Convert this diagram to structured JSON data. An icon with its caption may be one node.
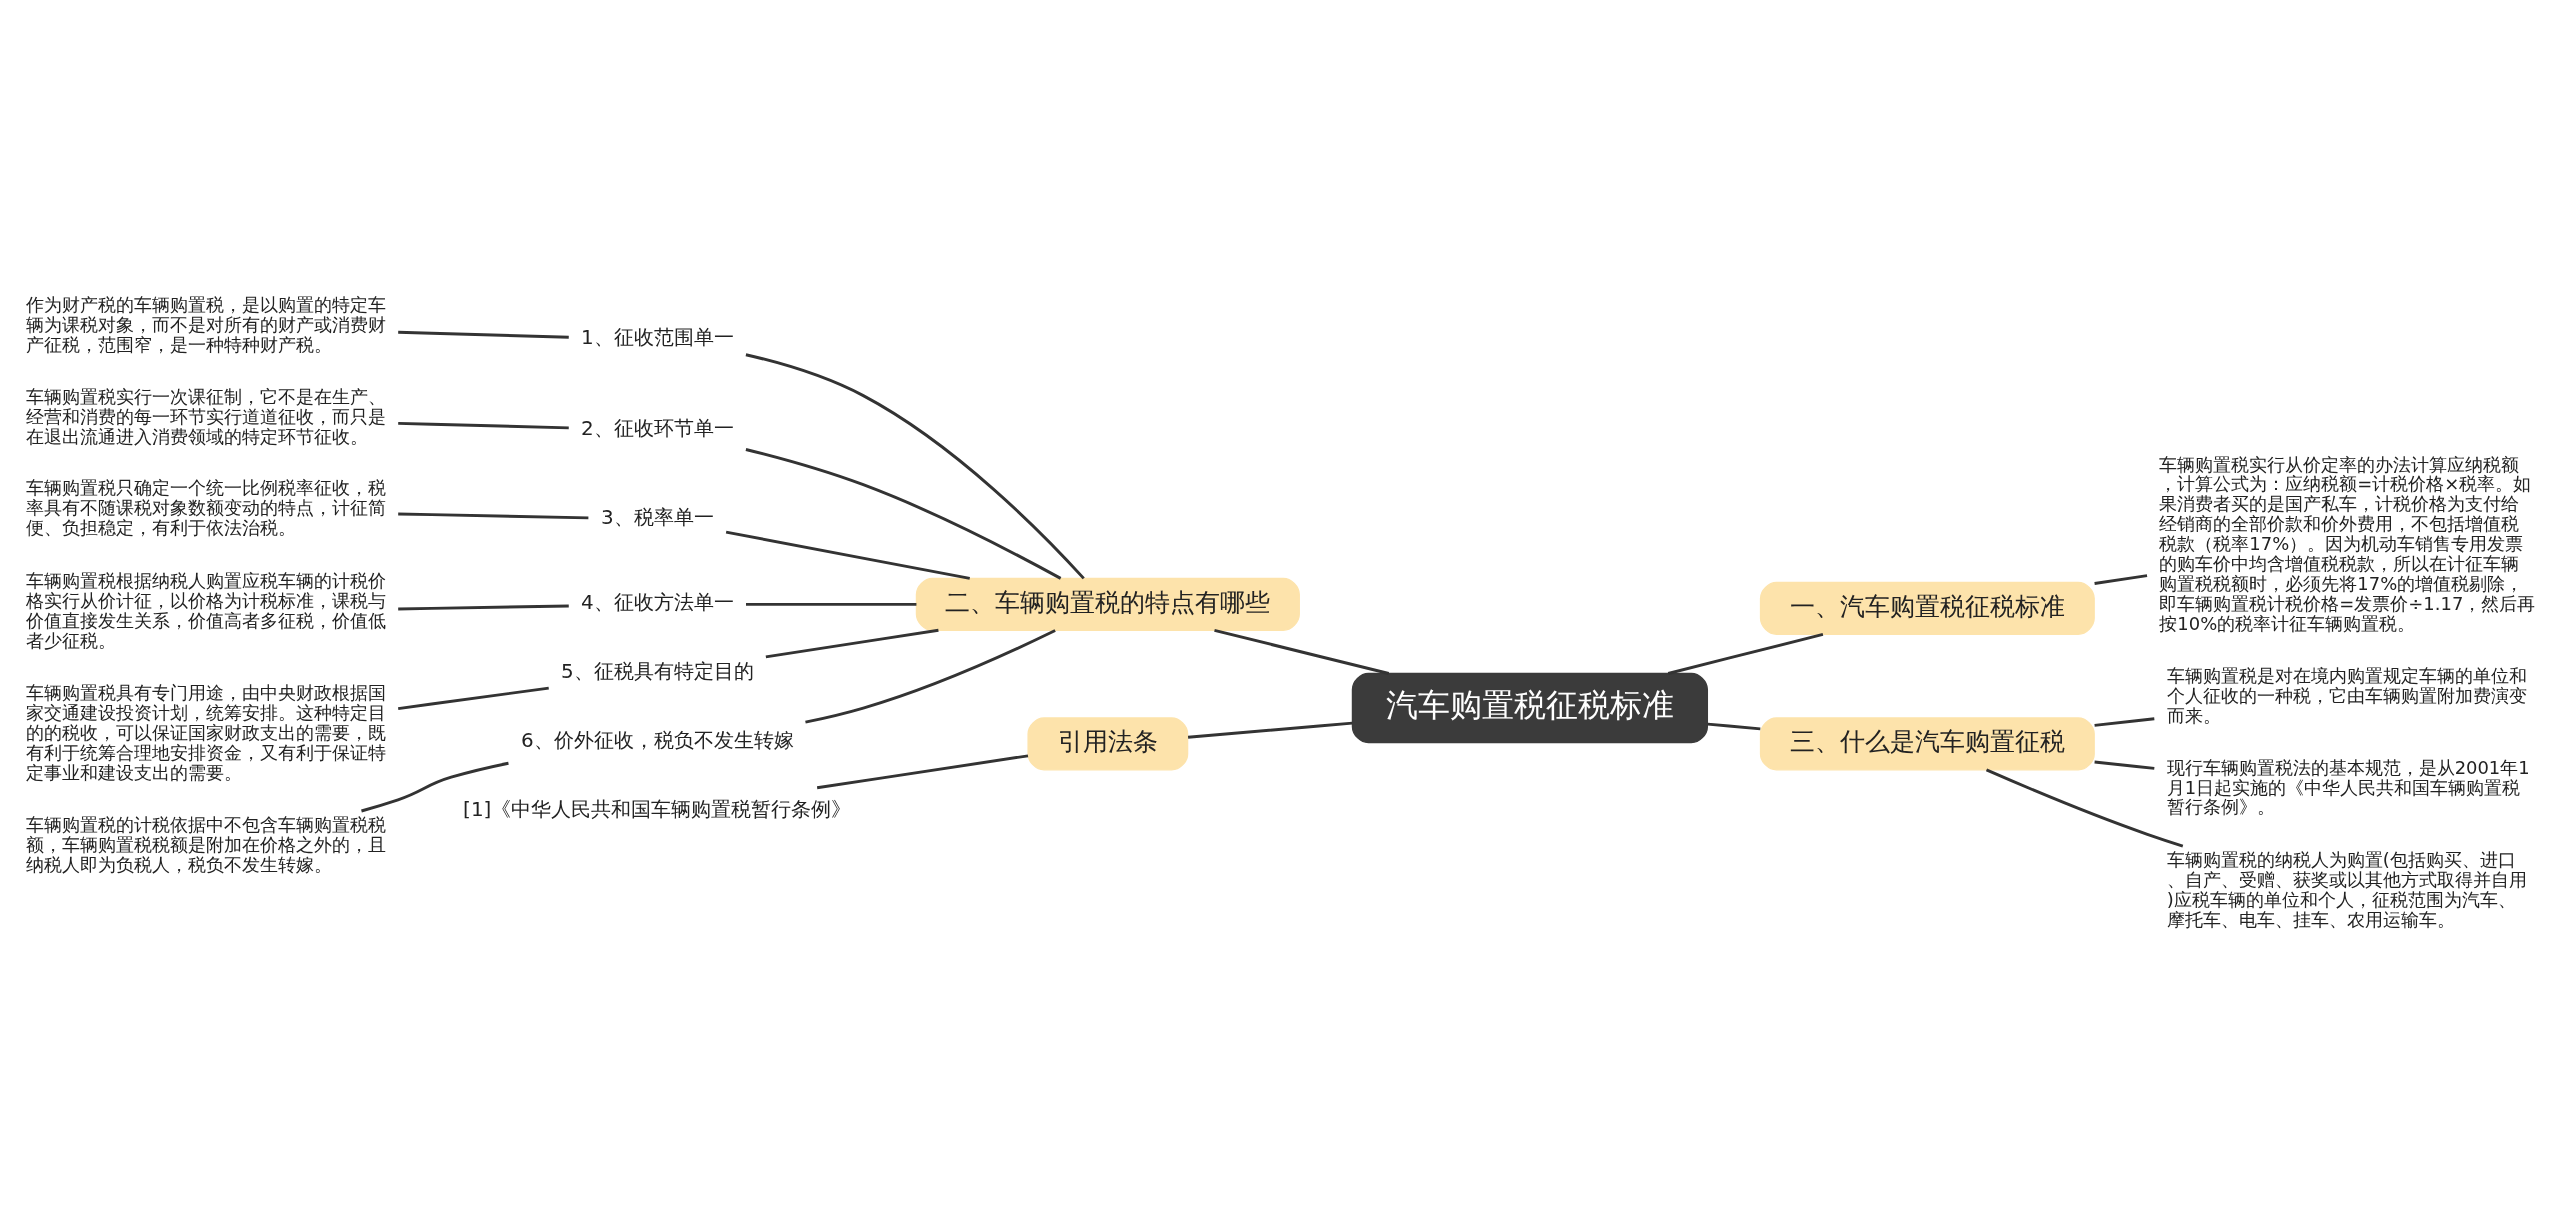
{
  "diagram": {
    "nodes": [
      {
        "text": [
          "汽车购置税征税标准"
        ]
      },
      {
        "text": [
          "一、汽车购置税征税标准"
        ]
      },
      {
        "text": [
          "车辆购置税实行从价定率的办法计算应纳税额，计算公式为：应纳税额=计税价格×税率。如果消费者买的是国产私车，计税价格为支付给经销商的全部价款和价外费用，不包括增值税税款（税率17%）。因为机动车销售专用发票的购车价中均含增值税税款，所以在计征车辆购置税税额时，必须先将17%的增值税剔除，即车辆购置税计税价格=发票价÷1.17，然后再按10%的税率计征车辆购置税。"
        ]
      },
      {
        "text": [
          "二、车辆购置税的特点有哪些"
        ]
      },
      {
        "text": [
          "1、征收范围单一"
        ]
      },
      {
        "text": [
          "作为财产税的车辆购置税，是以购置的特定车辆为课税对象，而不是对所有的财产或消费财产征税，范围窄，是一种特种财产税。"
        ]
      },
      {
        "text": [
          "2、征收环节单一"
        ]
      },
      {
        "text": [
          "车辆购置税实行一次课征制，它不是在生产、经营和消费的每一环节实行道道征收，而只是在退出流通进入消费领域的特定环节征收。"
        ]
      },
      {
        "text": [
          "3、税率单一"
        ]
      },
      {
        "text": [
          "车辆购置税只确定一个统一比例税率征收，税率具有不随课税对象数额变动的特点，计征简便、负担稳定，有利于依法治税。"
        ]
      },
      {
        "text": [
          "4、征收方法单一"
        ]
      },
      {
        "text": [
          "车辆购置税根据纳税人购置应税车辆的计税价格实行从价计征，以价格为计税标准，课税与价值直接发生关系，价值高者多征税，价值低者少征税。"
        ]
      },
      {
        "text": [
          "5、征税具有特定目的"
        ]
      },
      {
        "text": [
          "车辆购置税具有专门用途，由中央财政根据国家交通建设投资计划，统筹安排。这种特定目的的税收，可以保证国家财政支出的需要，既有利于统筹合理地安排资金，又有利于保证特定事业和建设支出的需要。"
        ]
      },
      {
        "text": [
          "6、价外征收，税负不发生转嫁"
        ]
      },
      {
        "text": [
          "车辆购置税的计税依据中不包含车辆购置税税额，车辆购置税税额是附加在价格之外的，且纳税人即为负税人，税负不发生转嫁。"
        ]
      },
      {
        "text": [
          "三、什么是汽车购置征税"
        ]
      },
      {
        "text": [
          "车辆购置税是对在境内购置规定车辆的单位和个人征收的一种税，它由车辆购置附加费演变而来。"
        ]
      },
      {
        "text": [
          "现行车辆购置税法的基本规范，是从2001年1月1日起实施的《中华人民共和国车辆购置税暂行条例》。"
        ]
      },
      {
        "text": [
          "车辆购置税的纳税人为购置(包括购买、进口、自产、受赠、获奖或以其他方式取得并自用)应税车辆的单位和个人，征税范围为汽车、摩托车、电车、挂车、农用运输车。"
        ]
      },
      {
        "text": [
          "引用法条"
        ]
      },
      {
        "text": [
          "[1]《中华人民共和国车辆购置税暂行条例》"
        ]
      }
    ],
    "edges": [
      {
        "from": 0,
        "to": 1,
        "arrow": "none"
      },
      {
        "from": 1,
        "to": 2,
        "arrow": "none"
      },
      {
        "from": 3,
        "to": 0,
        "arrow": "none"
      },
      {
        "from": 4,
        "to": 3,
        "arrow": "none"
      },
      {
        "from": 5,
        "to": 4,
        "arrow": "none"
      },
      {
        "from": 6,
        "to": 3,
        "arrow": "none"
      },
      {
        "from": 7,
        "to": 6,
        "arrow": "none"
      },
      {
        "from": 8,
        "to": 3,
        "arrow": "none"
      },
      {
        "from": 9,
        "to": 8,
        "arrow": "none"
      },
      {
        "from": 10,
        "to": 3,
        "arrow": "none"
      },
      {
        "from": 11,
        "to": 10,
        "arrow": "none"
      },
      {
        "from": 12,
        "to": 3,
        "arrow": "none"
      },
      {
        "from": 13,
        "to": 12,
        "arrow": "none"
      },
      {
        "from": 14,
        "to": 3,
        "arrow": "none"
      },
      {
        "from": 15,
        "to": 14,
        "arrow": "none"
      },
      {
        "from": 0,
        "to": 16,
        "arrow": "none"
      },
      {
        "from": 16,
        "to": 17,
        "arrow": "none"
      },
      {
        "from": 16,
        "to": 18,
        "arrow": "none"
      },
      {
        "from": 16,
        "to": 19,
        "arrow": "none"
      },
      {
        "from": 20,
        "to": 0,
        "arrow": "none"
      },
      {
        "from": 21,
        "to": 20,
        "arrow": "none"
      }
    ]
  }
}
